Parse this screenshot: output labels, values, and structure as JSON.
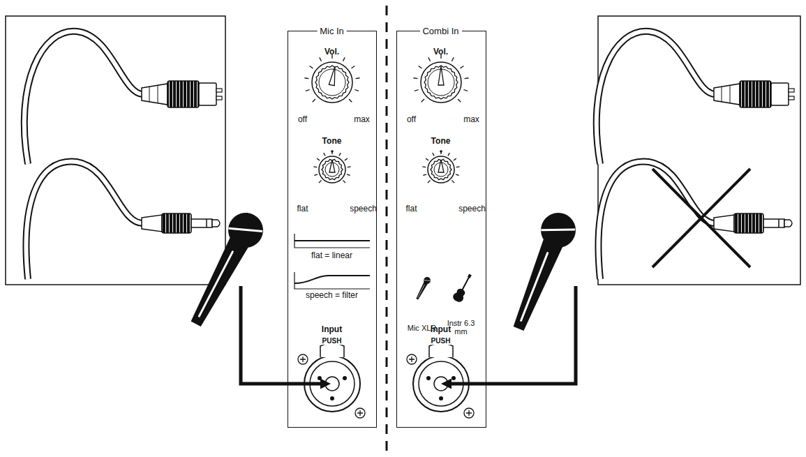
{
  "diagram": {
    "nodes": [
      {
        "text": [
          "Mic In",
          "Vol.",
          "off",
          "max",
          "Tone",
          "flat",
          "speech",
          "flat = linear",
          "speech = filter",
          "Input",
          "PUSH"
        ]
      },
      {
        "text": [
          "Combi In",
          "Vol.",
          "off",
          "max",
          "Tone",
          "flat",
          "speech",
          "Mic XLR",
          "Instr 6.3 mm",
          "Input",
          "PUSH"
        ]
      }
    ]
  }
}
